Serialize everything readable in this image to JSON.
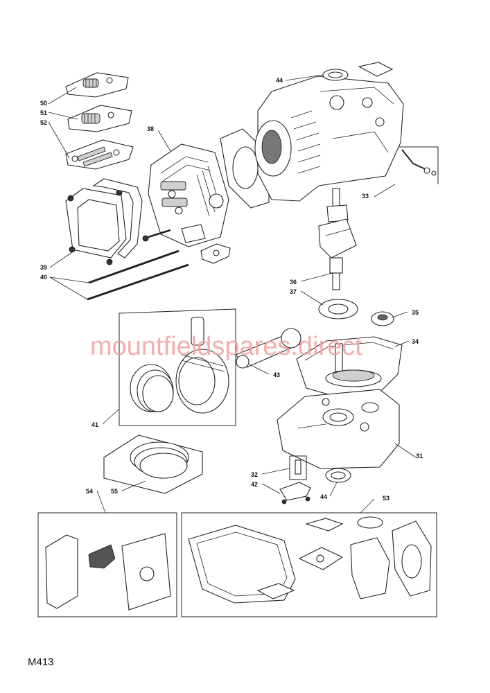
{
  "watermark": "mountfieldspares.direct",
  "drawing_code": "M413",
  "callouts": {
    "c44a": "44",
    "c50": "50",
    "c51": "51",
    "c52": "52",
    "c38": "38",
    "c33": "33",
    "c39": "39",
    "c40": "40",
    "c36": "36",
    "c37": "37",
    "c35": "35",
    "c34": "34",
    "c43": "43",
    "c41": "41",
    "c31": "31",
    "c32": "32",
    "c42": "42",
    "c44b": "44",
    "c54": "54",
    "c55": "55",
    "c53": "53"
  }
}
